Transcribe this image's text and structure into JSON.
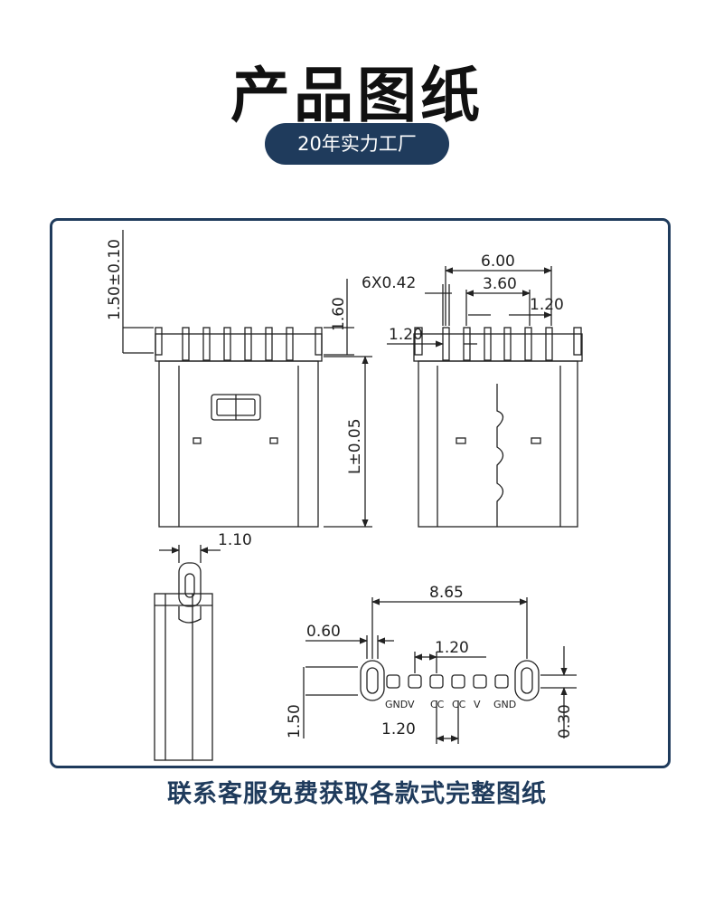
{
  "header": {
    "title": "产品图纸",
    "badge": "20年实力工厂"
  },
  "drawing": {
    "dims": {
      "tail_height": "1.50±0.10",
      "pin_height": "1.60",
      "body_length": "L±0.05",
      "pin_width": "6X0.42",
      "outer_span": "6.00",
      "inner_span": "3.60",
      "pitch_right": "1.20",
      "pitch_left": "1.20",
      "side_thickness": "1.10",
      "pad_span": "8.65",
      "slot_width": "0.60",
      "pad_pitch_top": "1.20",
      "row_height": "1.50",
      "pad_pitch_bottom": "1.20",
      "pad_height": "0.30"
    },
    "pin_labels": [
      "GND",
      "V",
      "CC",
      "CC",
      "V",
      "GND"
    ]
  },
  "footer": {
    "text": "联系客服免费获取各款式完整图纸"
  },
  "colors": {
    "navy": "#1f3b5c",
    "title": "#111111",
    "line": "#222222"
  }
}
